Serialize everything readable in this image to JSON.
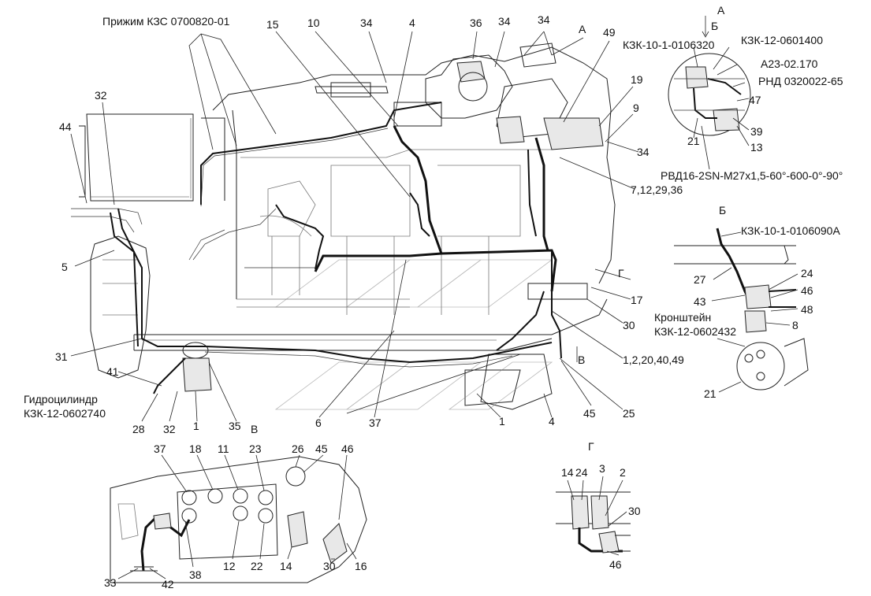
{
  "labels": {
    "clamp": "Прижим КЗС 0700820-01",
    "cylinder1": "Гидроцилиндр",
    "cylinder2": "КЗК-12-0602740",
    "bracket1": "Кронштейн",
    "bracket2": "КЗК-12-0602432",
    "hose_spec": "РВД16-2SN-М27х1,5-60°-600-0°-90°",
    "group_7": "7,12,29,36",
    "group_1": "1,2,20,40,49"
  },
  "detail_A": {
    "title": "А",
    "arrow_label": "Б",
    "part_1": "КЗК-10-1-0106320",
    "part_2": "КЗК-12-0601400",
    "part_3": "А23-02.170",
    "part_4": "РНД 0320022-65"
  },
  "detail_B": {
    "title": "Б",
    "part_1": "КЗК-10-1-0106090А"
  },
  "detail_V": {
    "title": "В"
  },
  "detail_G": {
    "title": "Г"
  },
  "view_markers": {
    "A": "А",
    "B": "Б",
    "V": "В",
    "G": "Г"
  },
  "callouts": {
    "c15": "15",
    "c10": "10",
    "c34a": "34",
    "c4": "4",
    "c36": "36",
    "c34b": "34",
    "c34c": "34",
    "c49": "49",
    "c19": "19",
    "c9": "9",
    "c34d": "34",
    "c32": "32",
    "c44": "44",
    "c5": "5",
    "c17": "17",
    "c30": "30",
    "c31": "31",
    "c41": "41",
    "c28": "28",
    "c32b": "32",
    "c1": "1",
    "c35": "35",
    "c6": "6",
    "c37": "37",
    "c1b": "1",
    "c4b": "4",
    "c45": "45",
    "c25": "25",
    "a47": "47",
    "a39": "39",
    "a13": "13",
    "a21": "21",
    "b27": "27",
    "b43": "43",
    "b24": "24",
    "b46": "46",
    "b48": "48",
    "b8": "8",
    "b21": "21",
    "v37": "37",
    "v18": "18",
    "v11": "11",
    "v23": "23",
    "v26": "26",
    "v45": "45",
    "v46": "46",
    "v33": "33",
    "v42": "42",
    "v38": "38",
    "v12": "12",
    "v22": "22",
    "v14": "14",
    "v30": "30",
    "v16": "16",
    "g14": "14",
    "g24": "24",
    "g3": "3",
    "g2": "2",
    "g30": "30",
    "g46": "46"
  }
}
